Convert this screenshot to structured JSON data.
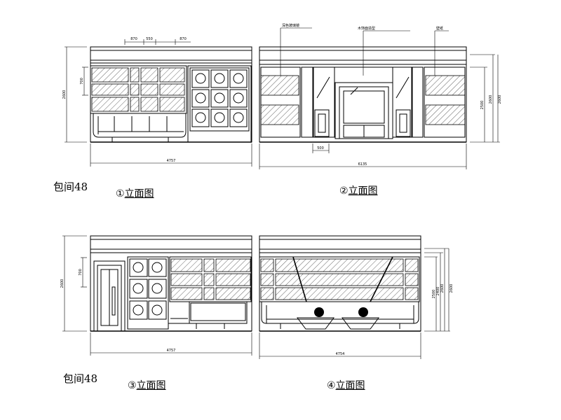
{
  "room_label_1": "包间48",
  "room_label_2": "包间48",
  "views": [
    {
      "num": "①",
      "title": "立面图"
    },
    {
      "num": "②",
      "title": "立面图"
    },
    {
      "num": "③",
      "title": "立面图"
    },
    {
      "num": "④",
      "title": "立面图"
    }
  ],
  "dims": {
    "v1_top": [
      "870",
      "550",
      "870"
    ],
    "v1_width": "4757",
    "v1_height": "2600",
    "v1_panel": "700",
    "v2_width": "6135",
    "v2_sub": "500",
    "v2_h1": "2500",
    "v2_h2": "2600",
    "v2_h3": "2600",
    "v3_width": "4757",
    "v3_height": "2600",
    "v3_panel": "700",
    "v4_width": "4754",
    "v4_h1": "2500",
    "v4_h2": "2400",
    "v4_h3": "2600",
    "v4_h4": "2600"
  },
  "callouts": [
    "深色玻璃镜",
    "木饰面造型",
    "壁纸"
  ]
}
